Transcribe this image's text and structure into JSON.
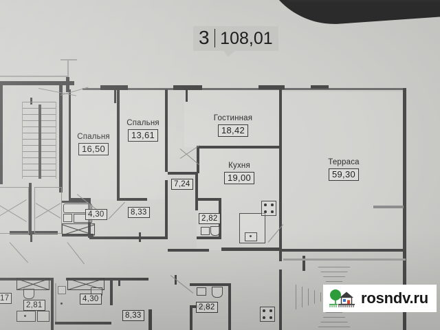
{
  "document": {
    "type": "apartment-floor-plan",
    "header": {
      "room_count": "3",
      "total_area": "108,01"
    }
  },
  "rooms": [
    {
      "key": "bedroom1",
      "name": "Спальня",
      "area": "16,50"
    },
    {
      "key": "bedroom2",
      "name": "Спальня",
      "area": "13,61"
    },
    {
      "key": "living",
      "name": "Гостинная",
      "area": "18,42"
    },
    {
      "key": "kitchen",
      "name": "Кухня",
      "area": "19,00"
    },
    {
      "key": "terrace",
      "name": "Терраса",
      "area": "59,30"
    }
  ],
  "unlabeled_areas": [
    {
      "key": "hall",
      "area": "7,24"
    },
    {
      "key": "corridor",
      "area": "8,33"
    },
    {
      "key": "bathroom1",
      "area": "4,30"
    },
    {
      "key": "wc1",
      "area": "2,82"
    },
    {
      "key": "wc_low",
      "area": "2,82"
    },
    {
      "key": "corridor_low",
      "area": "8,33"
    },
    {
      "key": "bath_low",
      "area": "4,30"
    },
    {
      "key": "bath_left",
      "area": "2,81"
    },
    {
      "key": "edge_left",
      "area": "17"
    }
  ],
  "watermark": {
    "text": "rosndv.ru",
    "tree_color": "#2e9c3a",
    "roof_color": "#3d3d3d",
    "window_color": "#2f6fd0",
    "door_color": "#e0472c"
  }
}
